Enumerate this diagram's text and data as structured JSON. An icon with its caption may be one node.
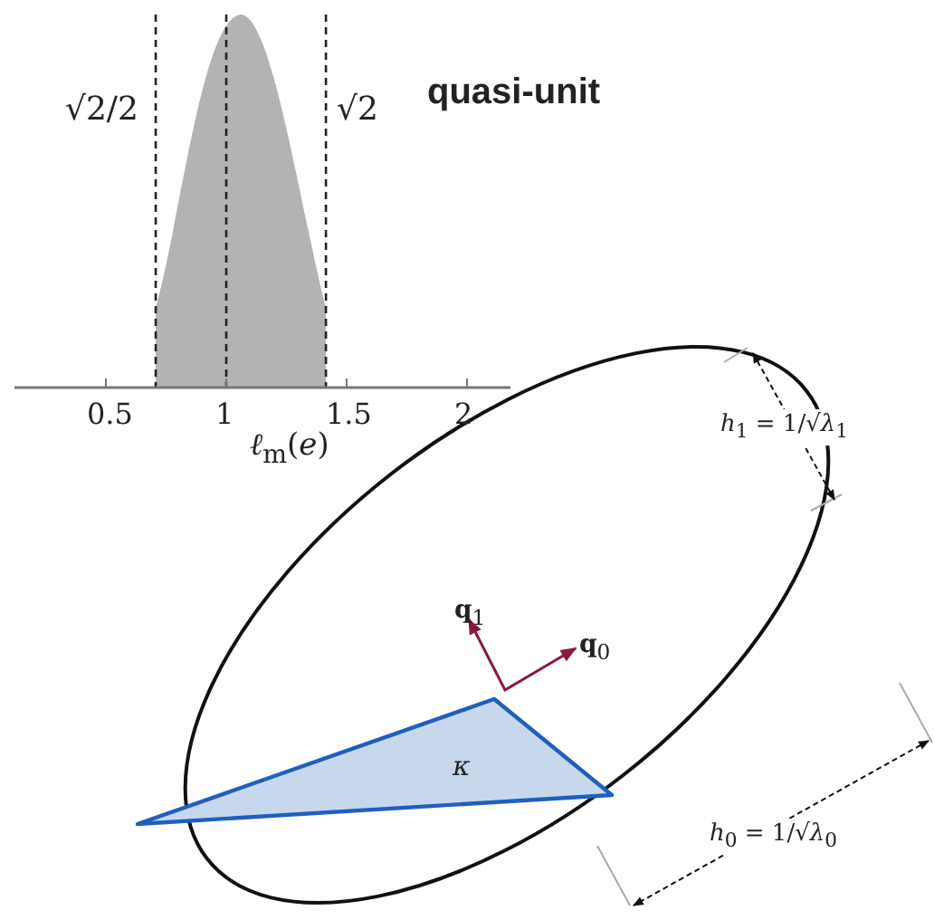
{
  "diagram": {
    "nodes": [
      {
        "text": [
          "κ"
        ]
      }
    ],
    "edges": [],
    "labels": [
      "√2/2",
      "√2",
      "quasi-unit",
      "0.5",
      "1",
      "1.5",
      "2",
      "*ℓ*$_{m}$(*e*)",
      "*h*$_{1}$ = 1/√*λ*$_{1}$",
      "**q**$_{1}$",
      "**q**$_{0}$",
      "*h*$_{0}$ = 1/√*λ*$_{0}$"
    ]
  }
}
